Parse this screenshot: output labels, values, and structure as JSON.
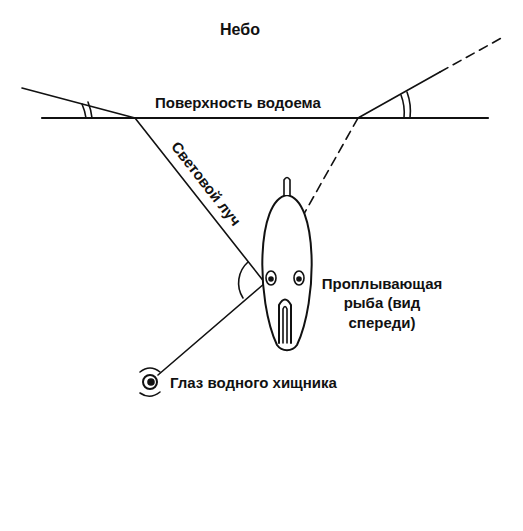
{
  "diagram": {
    "labels": [
      "Небо",
      "Поверхность водоема",
      "Световой луч",
      "Проплывающая рыба (вид спереди)",
      "Глаз водного хищника"
    ]
  }
}
